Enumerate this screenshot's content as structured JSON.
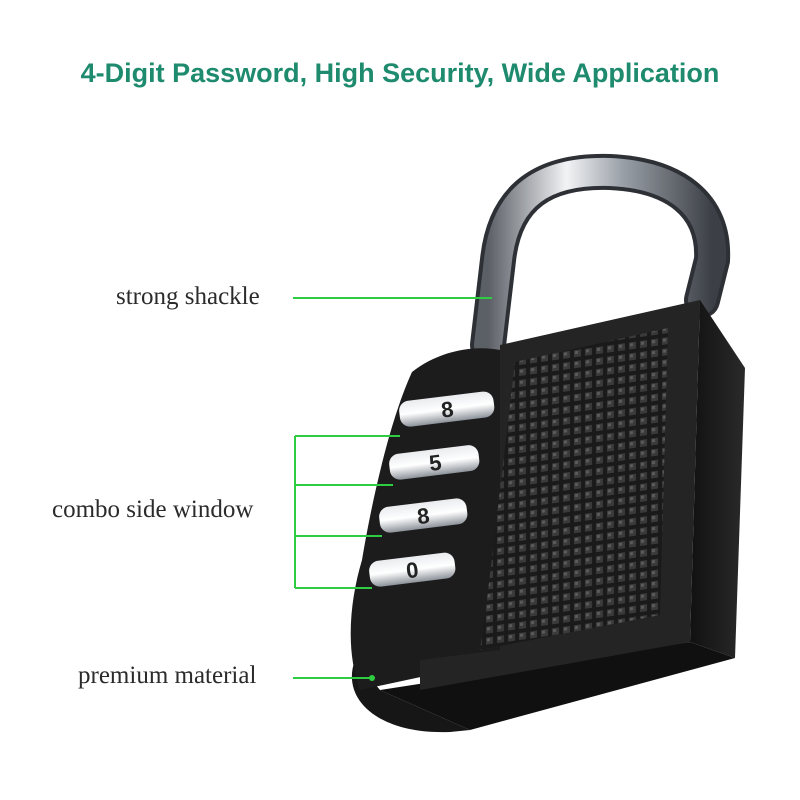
{
  "headline": "4-Digit Password, High Security, Wide Application",
  "colors": {
    "headline": "#1e8a6e",
    "callout_line": "#2ecc40",
    "lock_body": "#1e1e1e",
    "shackle": "#c9ccd0"
  },
  "callouts": {
    "shackle": "strong shackle",
    "side_window": "combo side window",
    "material": "premium material"
  },
  "dials": [
    "8",
    "5",
    "8",
    "0"
  ]
}
